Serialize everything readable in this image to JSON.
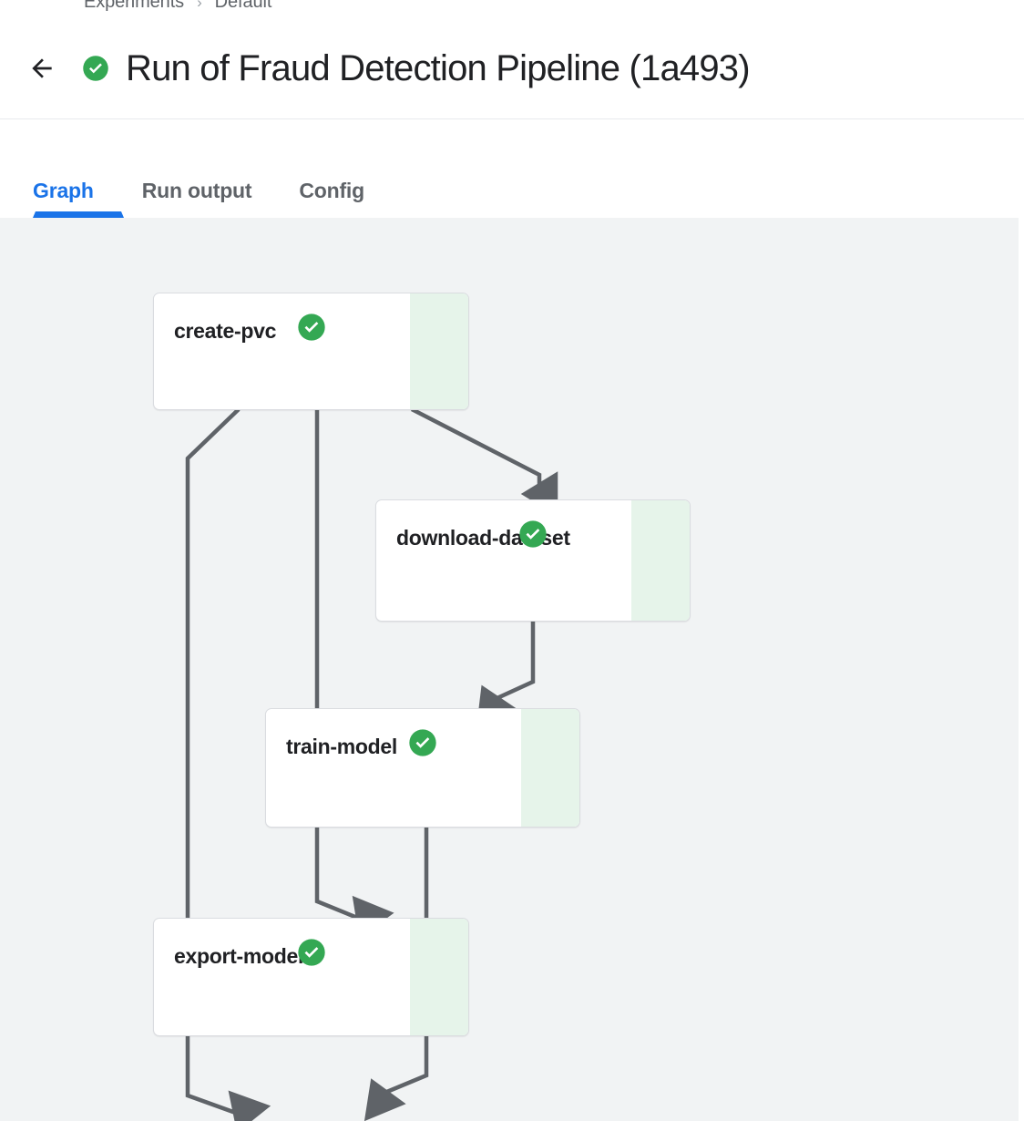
{
  "header": {
    "breadcrumb": [
      {
        "label": "Experiments"
      },
      {
        "label": "Default"
      }
    ],
    "breadcrumb_separator": "›",
    "back_icon": "arrow-left-icon",
    "status_icon": "check-circle-icon",
    "title": "Run of Fraud Detection Pipeline (1a493)",
    "status_color": "#34a853"
  },
  "tabs": {
    "items": [
      {
        "label": "Graph",
        "active": true
      },
      {
        "label": "Run output",
        "active": false
      },
      {
        "label": "Config",
        "active": false
      }
    ],
    "active_color": "#1a73e8",
    "inactive_color": "#5f6368"
  },
  "graph": {
    "background_color": "#f1f3f4",
    "edge_color": "#5f6368",
    "node_border_color": "#dadce0",
    "status_strip_color": "#e6f4ea",
    "status_icon_color": "#34a853",
    "nodes": [
      {
        "id": "create-pvc",
        "label": "create-pvc",
        "status_icon": "check-circle-icon",
        "status": "succeeded"
      },
      {
        "id": "download-dataset",
        "label": "download-dataset",
        "status_icon": "check-circle-icon",
        "status": "succeeded"
      },
      {
        "id": "train-model",
        "label": "train-model",
        "status_icon": "check-circle-icon",
        "status": "succeeded"
      },
      {
        "id": "export-model",
        "label": "export-model",
        "status_icon": "check-circle-icon",
        "status": "succeeded"
      }
    ],
    "edges": [
      {
        "from": "create-pvc",
        "to": "export-model"
      },
      {
        "from": "create-pvc",
        "to": "train-model"
      },
      {
        "from": "create-pvc",
        "to": "download-dataset"
      },
      {
        "from": "download-dataset",
        "to": "train-model"
      },
      {
        "from": "train-model",
        "to": "export-model"
      }
    ]
  }
}
